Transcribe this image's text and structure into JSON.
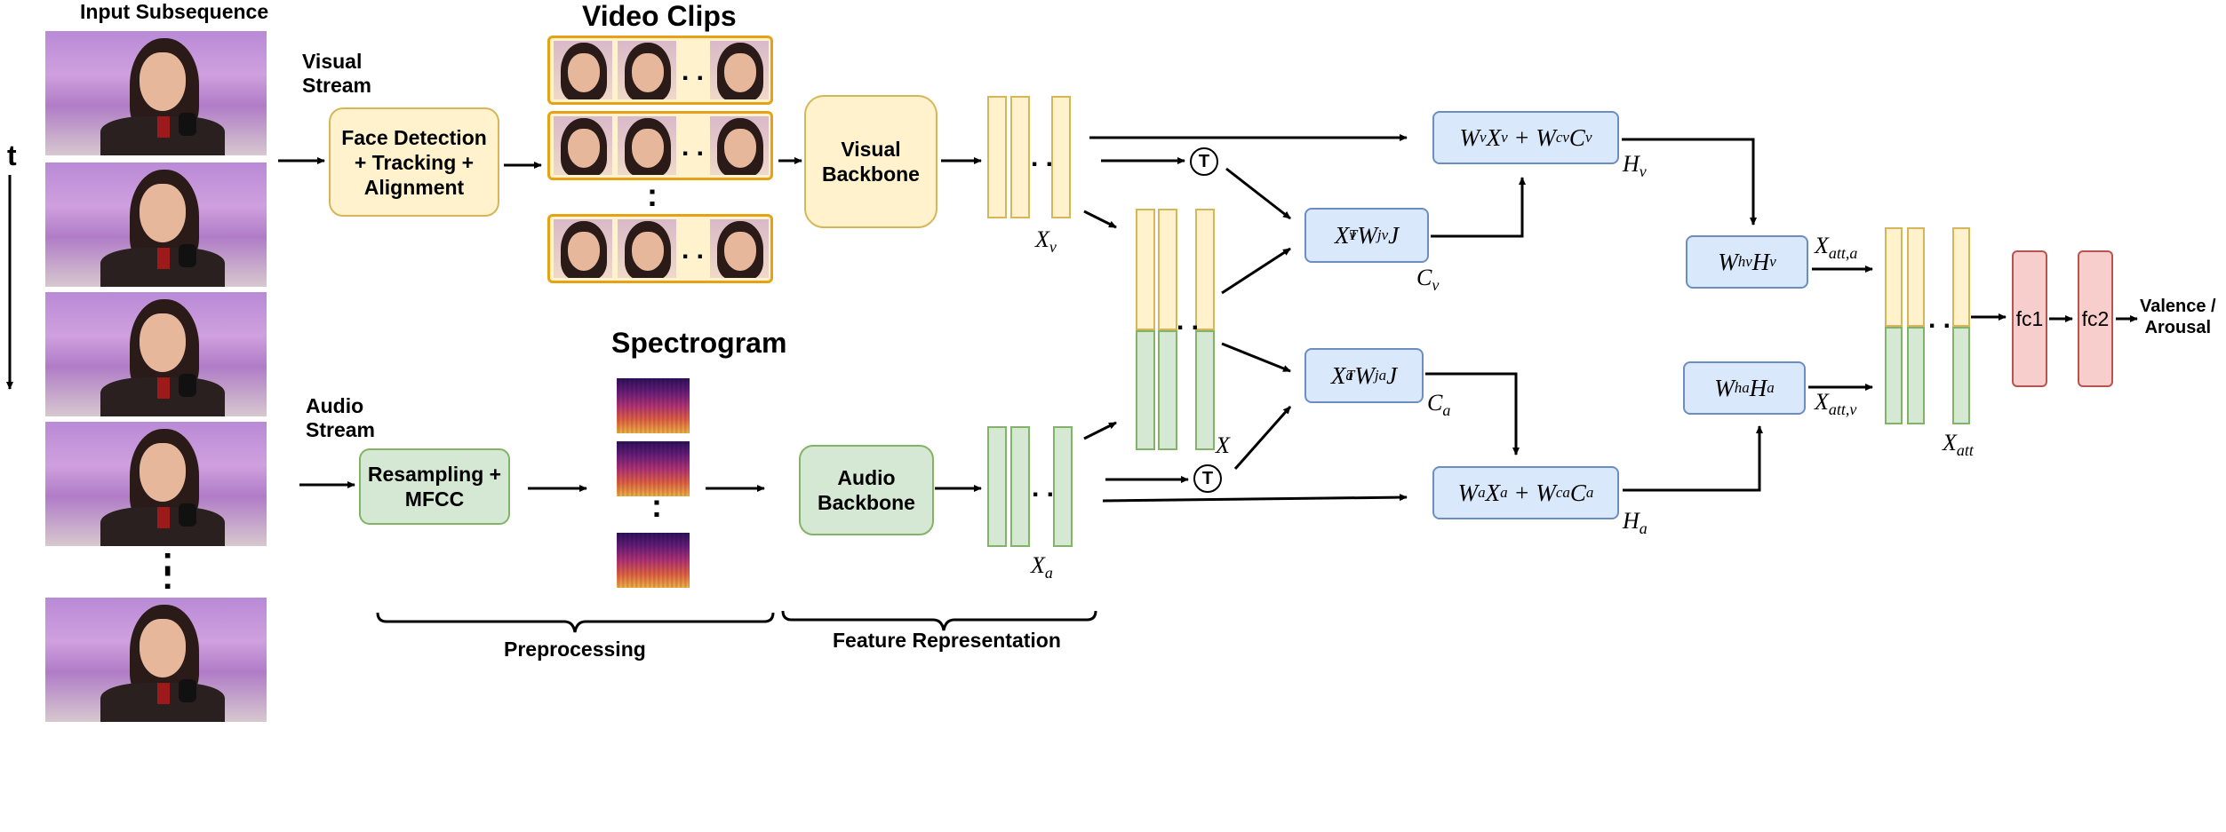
{
  "labels": {
    "input_subsequence": "Input Subsequence",
    "time_axis": "t",
    "visual_stream": "Visual\nStream",
    "audio_stream": "Audio\nStream",
    "video_clips": "Video Clips",
    "spectrogram": "Spectrogram",
    "preprocessing": "Preprocessing",
    "feature_representation": "Feature Representation",
    "output": "Valence /\nArousal",
    "vertical_ellipsis": ":",
    "horizontal_ellipsis": ". ."
  },
  "blocks": {
    "face_detection": "Face Detection\n+ Tracking +\nAlignment",
    "resampling": "Resampling +\nMFCC",
    "visual_backbone": "Visual\nBackbone",
    "audio_backbone": "Audio\nBackbone",
    "fc1": "fc1",
    "fc2": "fc2",
    "transpose_symbol": "T"
  },
  "math": {
    "xv": "X_v",
    "xa": "X_a",
    "x": "X",
    "cv": "C_v",
    "ca": "C_a",
    "hv": "H_v",
    "ha": "H_a",
    "x_att_a": "X_att,a",
    "x_att_v": "X_att,v",
    "x_att": "X_att",
    "corr_v": "X_v^T W_jv J",
    "corr_a": "X_a^T W_ja J",
    "hv_eq": "W_v X_v + W_cv C_v",
    "ha_eq": "W_a X_a + W_ca C_a",
    "att_v": "W_hv H_v",
    "att_a": "W_ha H_a"
  },
  "colors": {
    "yellow_fill": "#fff2cc",
    "yellow_border": "#d6b656",
    "green_fill": "#d5e8d4",
    "green_border": "#82b366",
    "blue_fill": "#dae8fc",
    "blue_border": "#6c8ebf",
    "red_fill": "#f8cecc",
    "red_border": "#b85450",
    "clip_border": "#e6a117"
  }
}
